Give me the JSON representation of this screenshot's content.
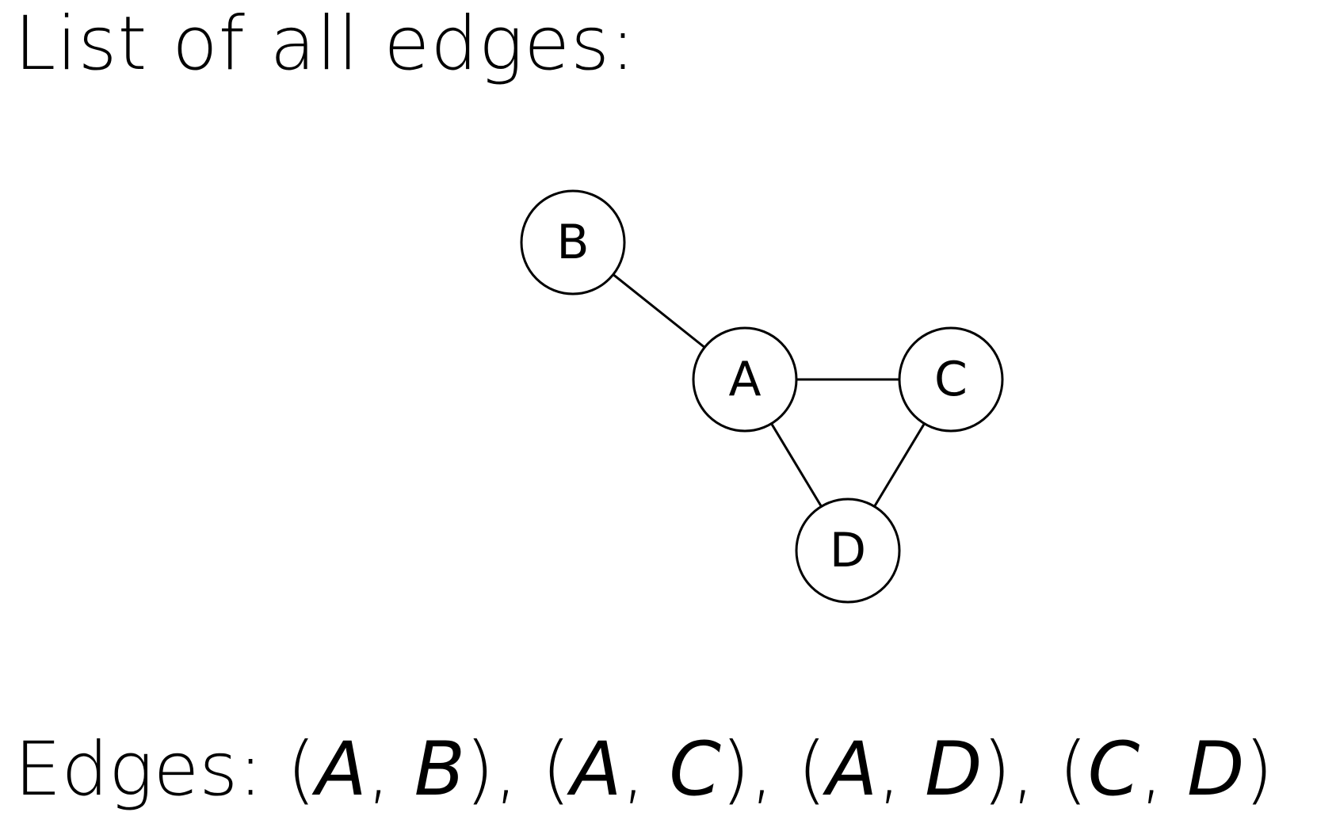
{
  "title": "List of all edges:",
  "nodes": [
    {
      "id": "B",
      "label": "B"
    },
    {
      "id": "A",
      "label": "A"
    },
    {
      "id": "C",
      "label": "C"
    },
    {
      "id": "D",
      "label": "D"
    }
  ],
  "edges": [
    {
      "from": "A",
      "to": "B"
    },
    {
      "from": "A",
      "to": "C"
    },
    {
      "from": "A",
      "to": "D"
    },
    {
      "from": "C",
      "to": "D"
    }
  ],
  "edges_label": "Edges:",
  "edges_text": [
    {
      "a": "A",
      "b": "B"
    },
    {
      "a": "A",
      "b": "C"
    },
    {
      "a": "A",
      "b": "D"
    },
    {
      "a": "C",
      "b": "D"
    }
  ]
}
